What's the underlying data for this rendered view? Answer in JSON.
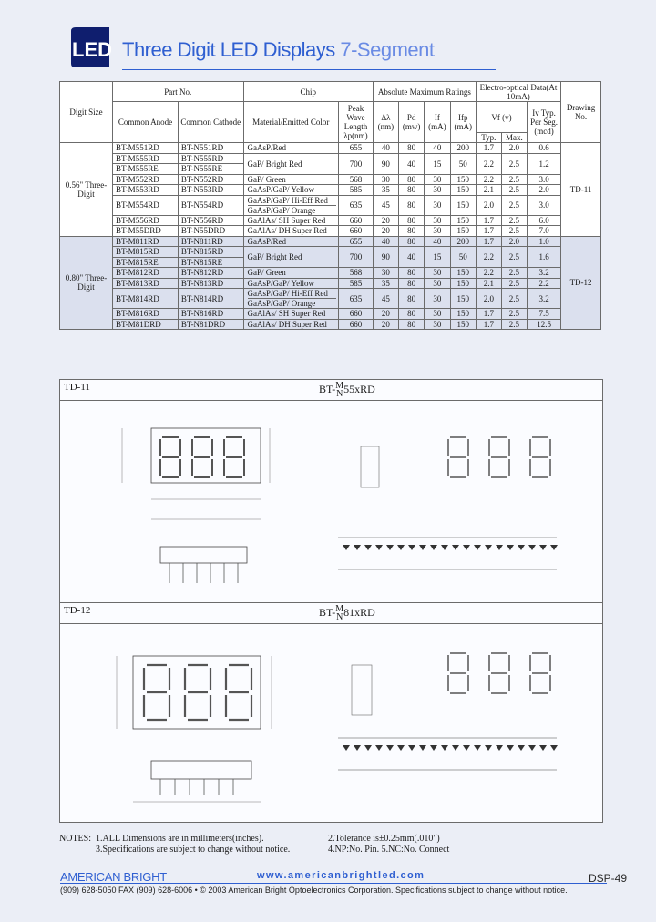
{
  "header": {
    "logo_text": "LED",
    "title": "Three Digit LED Displays",
    "subtitle": "7-Segment"
  },
  "table": {
    "headers": {
      "digit_size": "Digit Size",
      "part_no": "Part No.",
      "common_anode": "Common Anode",
      "common_cathode": "Common Cathode",
      "chip": "Chip",
      "material": "Material/Emitted Color",
      "peak_wave": "Peak Wave Length λp(nm)",
      "abs_max": "Absolute Maximum Ratings",
      "delta_lambda": "Δλ (nm)",
      "pd": "Pd (mw)",
      "if": "If (mA)",
      "ifp": "Ifp (mA)",
      "electro": "Electro-optical Data(At 10mA)",
      "vf": "Vf (v)",
      "typ": "Typ.",
      "max": "Max.",
      "iv": "Iv Typ. Per Seg. (mcd)",
      "drawing": "Drawing No."
    },
    "groups": [
      {
        "digit_size": "0.56\" Three-Digit",
        "drawing": "TD-11",
        "rows": [
          {
            "anode": "BT-M551RD",
            "cathode": "BT-N551RD",
            "chip": "GaAsP/Red",
            "wave": "655",
            "dl": "40",
            "pd": "80",
            "if": "40",
            "ifp": "200",
            "typ": "1.7",
            "max": "2.0",
            "iv": "0.6"
          },
          {
            "anode": "BT-M555RD",
            "cathode": "BT-N555RD",
            "chip": "GaP/ Bright Red",
            "wave": "700",
            "dl": "90",
            "pd": "40",
            "if": "15",
            "ifp": "50",
            "typ": "2.2",
            "max": "2.5",
            "iv": "1.2"
          },
          {
            "anode": "BT-M555RE",
            "cathode": "BT-N555RE",
            "chip": "",
            "wave": "",
            "dl": "",
            "pd": "",
            "if": "",
            "ifp": "",
            "typ": "",
            "max": "",
            "iv": ""
          },
          {
            "anode": "BT-M552RD",
            "cathode": "BT-N552RD",
            "chip": "GaP/ Green",
            "wave": "568",
            "dl": "30",
            "pd": "80",
            "if": "30",
            "ifp": "150",
            "typ": "2.2",
            "max": "2.5",
            "iv": "3.0"
          },
          {
            "anode": "BT-M553RD",
            "cathode": "BT-N553RD",
            "chip": "GaAsP/GaP/ Yellow",
            "wave": "585",
            "dl": "35",
            "pd": "80",
            "if": "30",
            "ifp": "150",
            "typ": "2.1",
            "max": "2.5",
            "iv": "2.0"
          },
          {
            "anode": "BT-M554RD",
            "cathode": "BT-N554RD",
            "chip": "GaAsP/GaP/ Hi-Eff Red",
            "chip2": "GaAsP/GaP/ Orange",
            "wave": "635",
            "dl": "45",
            "pd": "80",
            "if": "30",
            "ifp": "150",
            "typ": "2.0",
            "max": "2.5",
            "iv": "3.0"
          },
          {
            "anode": "BT-M556RD",
            "cathode": "BT-N556RD",
            "chip": "GaAlAs/ SH Super Red",
            "wave": "660",
            "dl": "20",
            "pd": "80",
            "if": "30",
            "ifp": "150",
            "typ": "1.7",
            "max": "2.5",
            "iv": "6.0"
          },
          {
            "anode": "BT-M55DRD",
            "cathode": "BT-N55DRD",
            "chip": "GaAlAs/ DH Super Red",
            "wave": "660",
            "dl": "20",
            "pd": "80",
            "if": "30",
            "ifp": "150",
            "typ": "1.7",
            "max": "2.5",
            "iv": "7.0"
          }
        ]
      },
      {
        "digit_size": "0.80\" Three-Digit",
        "drawing": "TD-12",
        "rows": [
          {
            "anode": "BT-M811RD",
            "cathode": "BT-N811RD",
            "chip": "GaAsP/Red",
            "wave": "655",
            "dl": "40",
            "pd": "80",
            "if": "40",
            "ifp": "200",
            "typ": "1.7",
            "max": "2.0",
            "iv": "1.0"
          },
          {
            "anode": "BT-M815RD",
            "cathode": "BT-N815RD",
            "chip": "GaP/ Bright Red",
            "wave": "700",
            "dl": "90",
            "pd": "40",
            "if": "15",
            "ifp": "50",
            "typ": "2.2",
            "max": "2.5",
            "iv": "1.6"
          },
          {
            "anode": "BT-M815RE",
            "cathode": "BT-N815RE",
            "chip": "",
            "wave": "",
            "dl": "",
            "pd": "",
            "if": "",
            "ifp": "",
            "typ": "",
            "max": "",
            "iv": ""
          },
          {
            "anode": "BT-M812RD",
            "cathode": "BT-N812RD",
            "chip": "GaP/ Green",
            "wave": "568",
            "dl": "30",
            "pd": "80",
            "if": "30",
            "ifp": "150",
            "typ": "2.2",
            "max": "2.5",
            "iv": "3.2"
          },
          {
            "anode": "BT-M813RD",
            "cathode": "BT-N813RD",
            "chip": "GaAsP/GaP/ Yellow",
            "wave": "585",
            "dl": "35",
            "pd": "80",
            "if": "30",
            "ifp": "150",
            "typ": "2.1",
            "max": "2.5",
            "iv": "2.2"
          },
          {
            "anode": "BT-M814RD",
            "cathode": "BT-N814RD",
            "chip": "GaAsP/GaP/ Hi-Eff Red",
            "chip2": "GaAsP/GaP/ Orange",
            "wave": "635",
            "dl": "45",
            "pd": "80",
            "if": "30",
            "ifp": "150",
            "typ": "2.0",
            "max": "2.5",
            "iv": "3.2"
          },
          {
            "anode": "BT-M816RD",
            "cathode": "BT-N816RD",
            "chip": "GaAlAs/ SH Super Red",
            "wave": "660",
            "dl": "20",
            "pd": "80",
            "if": "30",
            "ifp": "150",
            "typ": "1.7",
            "max": "2.5",
            "iv": "7.5"
          },
          {
            "anode": "BT-M81DRD",
            "cathode": "BT-N81DRD",
            "chip": "GaAlAs/ DH Super Red",
            "wave": "660",
            "dl": "20",
            "pd": "80",
            "if": "30",
            "ifp": "150",
            "typ": "1.7",
            "max": "2.5",
            "iv": "12.5"
          }
        ]
      }
    ]
  },
  "sections": {
    "td11": {
      "label": "TD-11",
      "part_prefix": "BT-",
      "frac_top": "M",
      "frac_bottom": "N",
      "part_suffix": "55xRD"
    },
    "td12": {
      "label": "TD-12",
      "part_prefix": "BT-",
      "frac_top": "M",
      "frac_bottom": "N",
      "part_suffix": "81xRD"
    }
  },
  "notes": {
    "label": "NOTES:",
    "n1": "1.ALL Dimensions are in millimeters(inches).",
    "n2": "2.Tolerance is±0.25mm(.010\")",
    "n3": "3.Specifications are subject to change without notice.",
    "n4": "4.NP:No. Pin.     5.NC:No. Connect"
  },
  "footer": {
    "brand": "AMERICAN BRIGHT",
    "url": "www.americanbrightled.com",
    "page": "DSP-49",
    "contact": "(909) 628-5050 FAX (909) 628-6006 • © 2003 American Bright Optoelectronics Corporation. Specifications subject to change without notice."
  },
  "colors": {
    "brand": "#2f5fd1",
    "table_alt": "#dbe0ee",
    "background": "#ebeef6"
  }
}
